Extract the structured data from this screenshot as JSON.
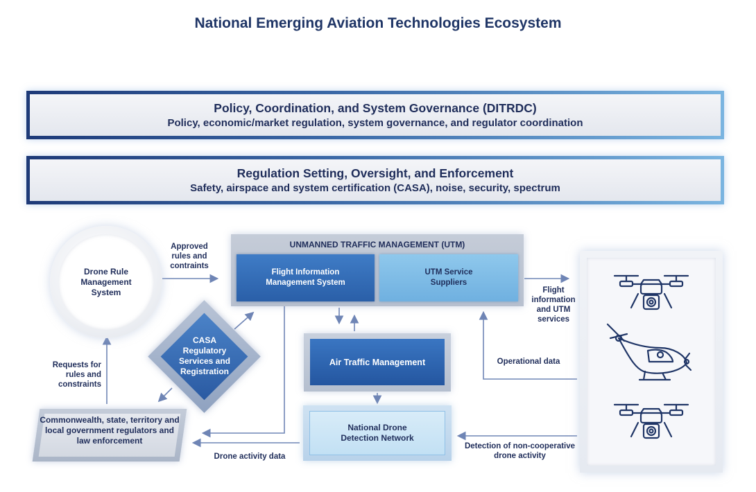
{
  "title": "National Emerging Aviation Technologies Ecosystem",
  "bands": [
    {
      "heading": "Policy, Coordination, and System Governance (DITRDC)",
      "sub": "Policy, economic/market regulation, system governance, and regulator coordination"
    },
    {
      "heading": "Regulation Setting, Oversight, and Enforcement",
      "sub": "Safety, airspace and system certification (CASA), noise, security, spectrum"
    }
  ],
  "nodes": {
    "drone_rule": "Drone Rule Management System",
    "utm_title": "UNMANNED TRAFFIC MANAGEMENT (UTM)",
    "fims": "Flight Information Management System",
    "ssp": "UTM Service Suppliers",
    "casa": "CASA Regulatory Services and Registration",
    "atm": "Air Traffic Management",
    "nddn": "National Drone Detection Network",
    "regulators": "Commonwealth, state, territory and local government regulators and law enforcement"
  },
  "labels": {
    "approved": "Approved rules and contraints",
    "requests": "Requests for rules and constraints",
    "flight_info": "Flight information and UTM services",
    "operational": "Operational data",
    "detection": "Detection of non-cooperative drone activity",
    "drone_activity": "Drone activity data"
  },
  "colors": {
    "dark_blue": "#2a5fa8",
    "light_blue": "#7fbce6",
    "arrow": "#6f85b5",
    "text": "#1f2d5a"
  },
  "icons": [
    "drone-icon",
    "air-taxi-icon",
    "drone-icon"
  ]
}
